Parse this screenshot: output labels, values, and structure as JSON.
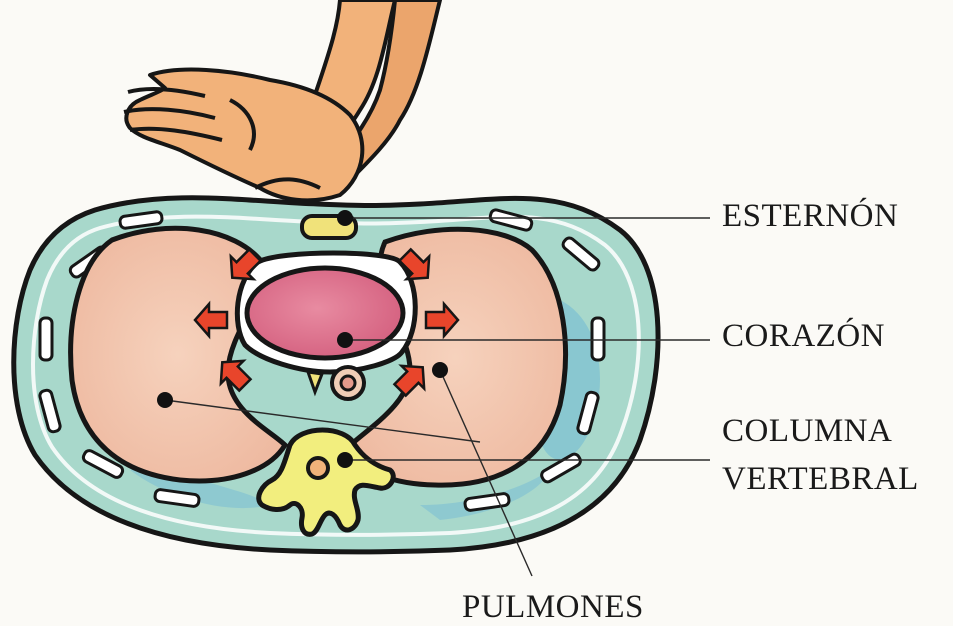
{
  "labels": {
    "sternum": "ESTERNÓN",
    "heart": "CORAZÓN",
    "spine_line1": "COLUMNA",
    "spine_line2": "VERTEBRAL",
    "lungs": "PULMONES"
  },
  "colors": {
    "outline": "#161616",
    "body_wall": "#a9d9cc",
    "body_wall_shade": "#6fb9d6",
    "lung": "#f2c4ad",
    "heart": "#dc6f8c",
    "sternum": "#f0e27a",
    "vertebra": "#f2ee7e",
    "arrow": "#e8452b",
    "skin": "#f2b27a"
  },
  "icons": {
    "hand": "hand-pressing-icon",
    "arrow": "compression-arrow-icon"
  }
}
